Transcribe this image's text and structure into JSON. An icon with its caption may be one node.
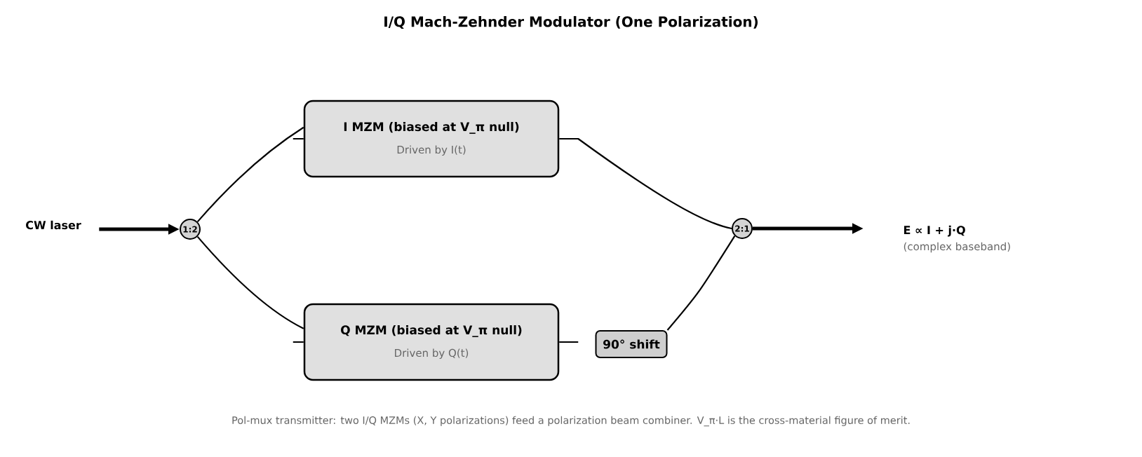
{
  "diagram": {
    "title": "I/Q Mach-Zehnder Modulator (One Polarization)",
    "nodes": [
      {
        "text": [
          "CW laser"
        ]
      },
      {
        "text": [
          "1:2"
        ]
      },
      {
        "text": [
          "I MZM (biased at V_π null)",
          "Driven by I(t)"
        ]
      },
      {
        "text": [
          "Q MZM (biased at V_π null)",
          "Driven by Q(t)"
        ]
      },
      {
        "text": [
          "90° shift"
        ]
      },
      {
        "text": [
          "2:1"
        ]
      },
      {
        "text": [
          "E ∝ I + j·Q",
          "(complex baseband)"
        ]
      }
    ],
    "edges": [
      {
        "from": 0,
        "to": 1,
        "arrow": "to",
        "style": "thick"
      },
      {
        "from": 1,
        "to": 2,
        "arrow": "none"
      },
      {
        "from": 1,
        "to": 3,
        "arrow": "none"
      },
      {
        "from": 2,
        "to": 5,
        "arrow": "none"
      },
      {
        "from": 4,
        "to": 5,
        "arrow": "none"
      },
      {
        "from": 5,
        "to": 6,
        "arrow": "to",
        "style": "thick"
      }
    ],
    "caption": "Pol-mux transmitter: two I/Q MZMs (X, Y polarizations) feed a polarization beam combiner. V_π·L is the cross-material figure of merit."
  }
}
